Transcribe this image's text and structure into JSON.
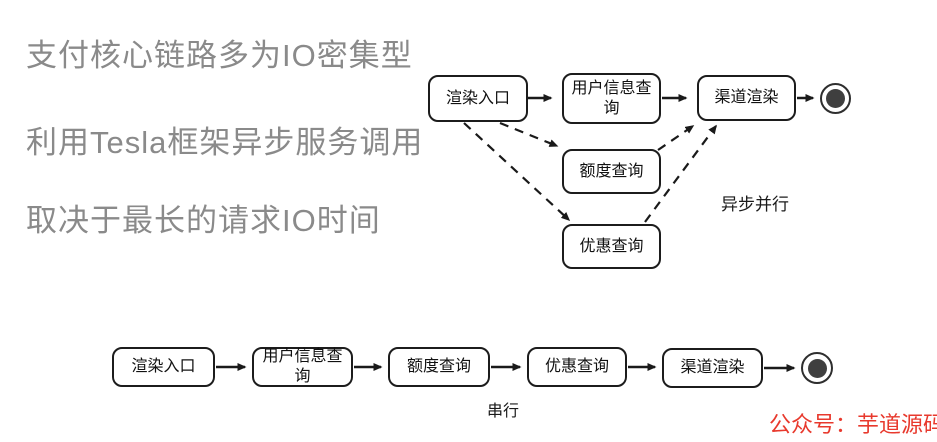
{
  "headline": {
    "color": "#8a8a8a",
    "lines": [
      "支付核心链路多为IO密集型",
      "利用Tesla框架异步服务调用",
      "取决于最长的请求IO时间"
    ]
  },
  "async_diagram": {
    "caption": "异步并行",
    "nodes": {
      "entry": "渲染入口",
      "user_info": "用户信息查询",
      "quota": "额度查询",
      "discount": "优惠查询",
      "channel": "渠道渲染"
    },
    "end_node": "final-state",
    "edges": [
      {
        "from": "渲染入口",
        "to": "用户信息查询",
        "style": "solid"
      },
      {
        "from": "用户信息查询",
        "to": "渠道渲染",
        "style": "solid"
      },
      {
        "from": "渠道渲染",
        "to": "final-state",
        "style": "solid"
      },
      {
        "from": "渲染入口",
        "to": "额度查询",
        "style": "dashed"
      },
      {
        "from": "渲染入口",
        "to": "优惠查询",
        "style": "dashed"
      },
      {
        "from": "额度查询",
        "to": "渠道渲染",
        "style": "dashed"
      },
      {
        "from": "优惠查询",
        "to": "渠道渲染",
        "style": "dashed"
      }
    ]
  },
  "serial_diagram": {
    "caption": "串行",
    "nodes": [
      "渲染入口",
      "用户信息查询",
      "额度查询",
      "优惠查询",
      "渠道渲染"
    ],
    "end_node": "final-state",
    "edges": "sequential-solid"
  },
  "watermark": {
    "text": "公众号：芋道源码",
    "color": "#e8392d"
  },
  "colors": {
    "node_border": "#1c1c1c",
    "node_fill": "#ffffff",
    "arrow": "#1a1a1a",
    "end_node_fill": "#3f3f3f",
    "background": "#ffffff"
  }
}
